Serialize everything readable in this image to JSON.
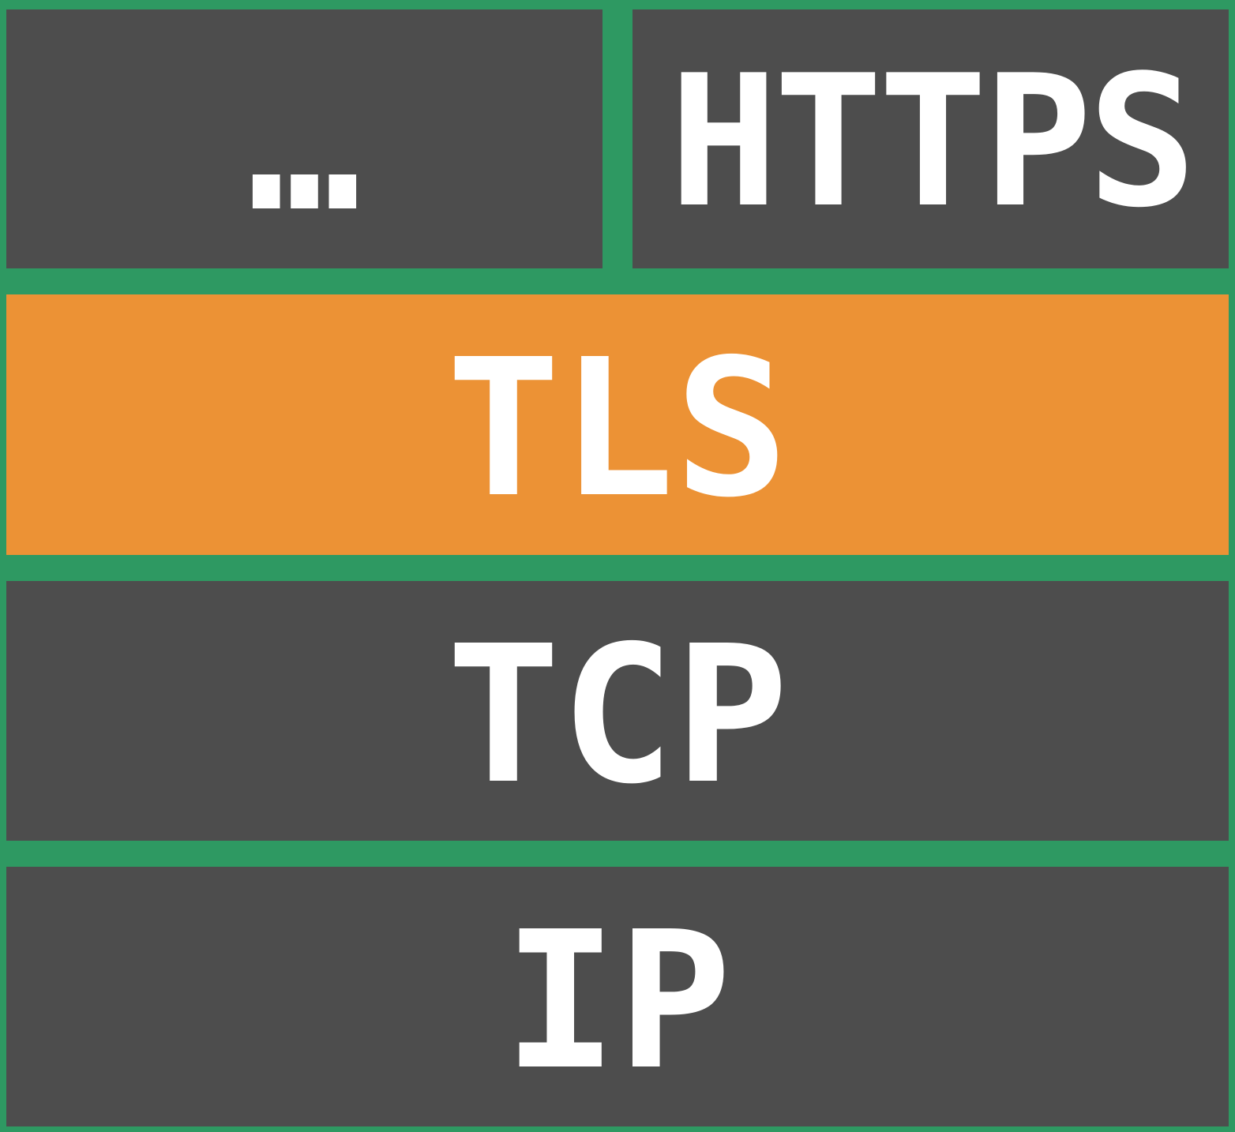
{
  "layers": {
    "other": {
      "label": "…"
    },
    "https": {
      "label": "HTTPS"
    },
    "tls": {
      "label": "TLS"
    },
    "tcp": {
      "label": "TCP"
    },
    "ip": {
      "label": "IP"
    }
  },
  "colors": {
    "background": "#2e9962",
    "layer": "#4d4d4d",
    "highlight": "#ec9235",
    "text": "#ffffff"
  }
}
